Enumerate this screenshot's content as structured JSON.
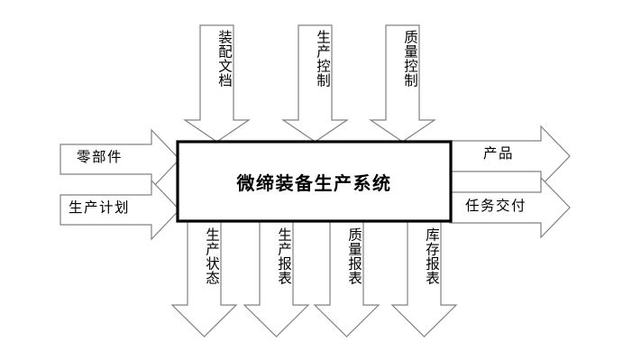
{
  "diagram": {
    "title": "微缔装备生产系统",
    "type": "IDEF0 process block diagram",
    "colors": {
      "background": "#ffffff",
      "box_border": "#000000",
      "arrow_border": "#808080",
      "arrow_fill": "#ffffff",
      "text": "#000000"
    },
    "controls_top": [
      {
        "label": "装配文档"
      },
      {
        "label": "生产控制"
      },
      {
        "label": "质量控制"
      }
    ],
    "inputs_left": [
      {
        "label": "零部件"
      },
      {
        "label": "生产计划"
      }
    ],
    "outputs_right": [
      {
        "label": "产品"
      },
      {
        "label": "任务交付"
      }
    ],
    "outputs_bottom": [
      {
        "label": "生产状态"
      },
      {
        "label": "生产报表"
      },
      {
        "label": "质量报表"
      },
      {
        "label": "库存报表"
      }
    ]
  }
}
